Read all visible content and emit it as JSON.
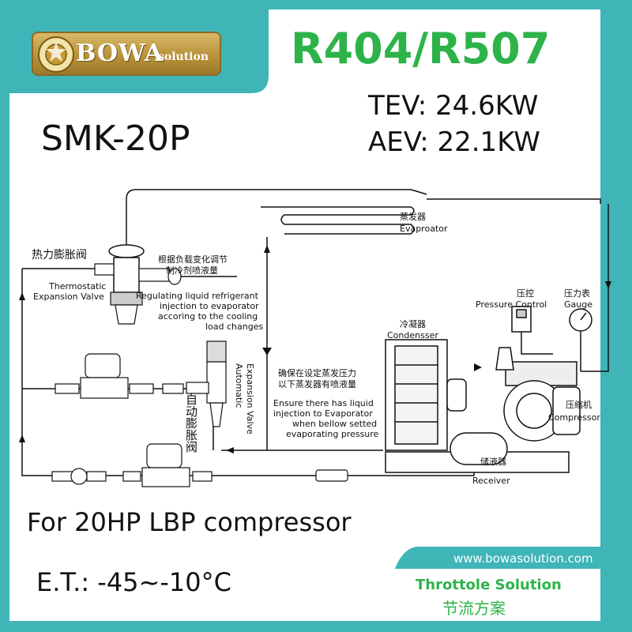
{
  "brand": {
    "logo_text": "BOWA",
    "logo_sub": "solution"
  },
  "header": {
    "refrigerant": "R404/R507",
    "tev": "TEV: 24.6KW",
    "aev": "AEV: 22.1KW",
    "model": "SMK-20P"
  },
  "diagram": {
    "evaporator_cn": "蒸发器",
    "evaporator_en": "Evaproator",
    "tev_cn": "热力膨胀阀",
    "tev_en_1": "Thermostatic",
    "tev_en_2": "Expansion Valve",
    "regulating_cn_1": "根据负载变化调节",
    "regulating_cn_2": "制冷剂喷液量",
    "regulating_en_1": "Regulating liquid refrigerant",
    "regulating_en_2": "injection to evaporator",
    "regulating_en_3": "accoring to the cooling",
    "regulating_en_4": "load changes",
    "pressure_control_cn": "压控",
    "pressure_control_en": "Pressure Control",
    "gauge_cn": "压力表",
    "gauge_en": "Gauge",
    "condenser_cn": "冷凝器",
    "condenser_en": "Condensser",
    "ensure_cn_1": "确保在设定蒸发压力",
    "ensure_cn_2": "以下蒸发器有喷液量",
    "ensure_en_1": "Ensure there has liquid",
    "ensure_en_2": "injection to Evaporator",
    "ensure_en_3": "when bellow setted",
    "ensure_en_4": "evaporating pressure",
    "aev_cn": "自动膨胀阀",
    "aev_en_1": "Automatic",
    "aev_en_2": "Expansion Valve",
    "compressor_cn": "压缩机",
    "compressor_en": "Compressor",
    "receiver_cn": "储液器",
    "receiver_en": "Receiver"
  },
  "footer": {
    "compressor_line": "For 20HP LBP compressor",
    "et_line": "E.T.: -45~-10°C",
    "url": "www.bowasolution.com",
    "throttle_en": "Throttole Solution",
    "throttle_cn": "节流方案"
  },
  "colors": {
    "teal": "#3fb5b8",
    "green": "#2db34a",
    "gold": "#b8923a"
  }
}
